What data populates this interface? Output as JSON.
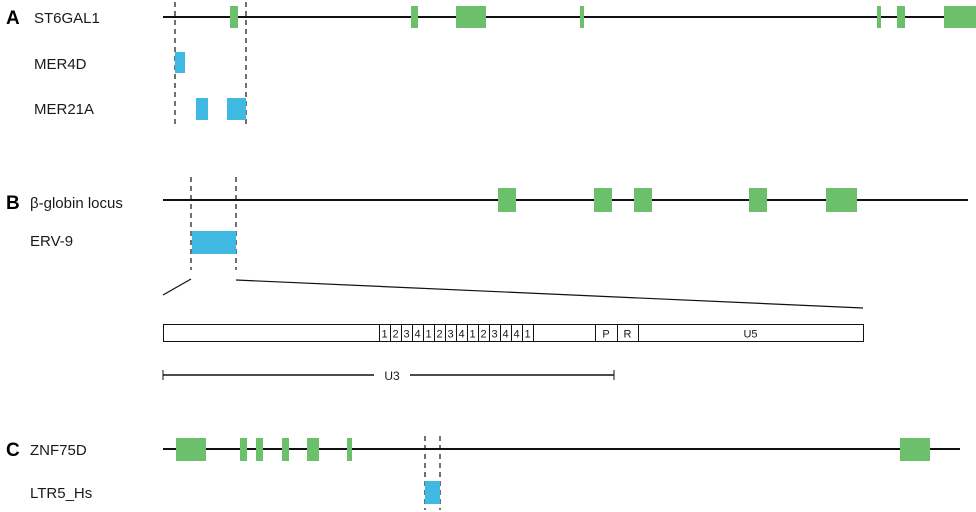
{
  "colors": {
    "exon": "#6cc06c",
    "repeat": "#3fb8e2",
    "line": "#111111"
  },
  "panels": [
    {
      "letter": "A",
      "gene": "ST6GAL1",
      "repeats": [
        "MER4D",
        "MER21A"
      ]
    },
    {
      "letter": "B",
      "gene": "β-globin locus",
      "repeats": [
        "ERV-9"
      ]
    },
    {
      "letter": "C",
      "gene": "ZNF75D",
      "repeats": [
        "LTR5_Hs"
      ]
    }
  ],
  "ltr_structure": {
    "segments": [
      "1",
      "2",
      "3",
      "4",
      "1",
      "2",
      "3",
      "4",
      "1",
      "2",
      "3",
      "4",
      "4",
      "1",
      "P",
      "R",
      "U5"
    ],
    "region_label": "U3"
  }
}
